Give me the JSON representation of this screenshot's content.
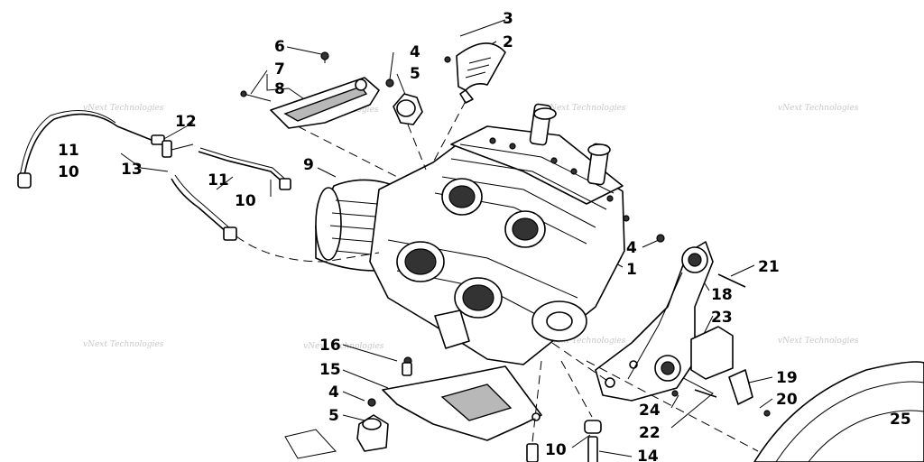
{
  "callouts": {
    "c1": "1",
    "c2": "2",
    "c3": "3",
    "c4a": "4",
    "c4b": "4",
    "c4c": "4",
    "c5a": "5",
    "c5b": "5",
    "c6": "6",
    "c7": "7",
    "c8": "8",
    "c9": "9",
    "c10a": "10",
    "c10b": "10",
    "c10c": "10",
    "c11a": "11",
    "c11b": "11",
    "c12": "12",
    "c13": "13",
    "c14": "14",
    "c15": "15",
    "c16": "16",
    "c18": "18",
    "c19": "19",
    "c20": "20",
    "c21": "21",
    "c22": "22",
    "c23": "23",
    "c24": "24",
    "c25": "25"
  },
  "watermark": "vNext Technologies"
}
